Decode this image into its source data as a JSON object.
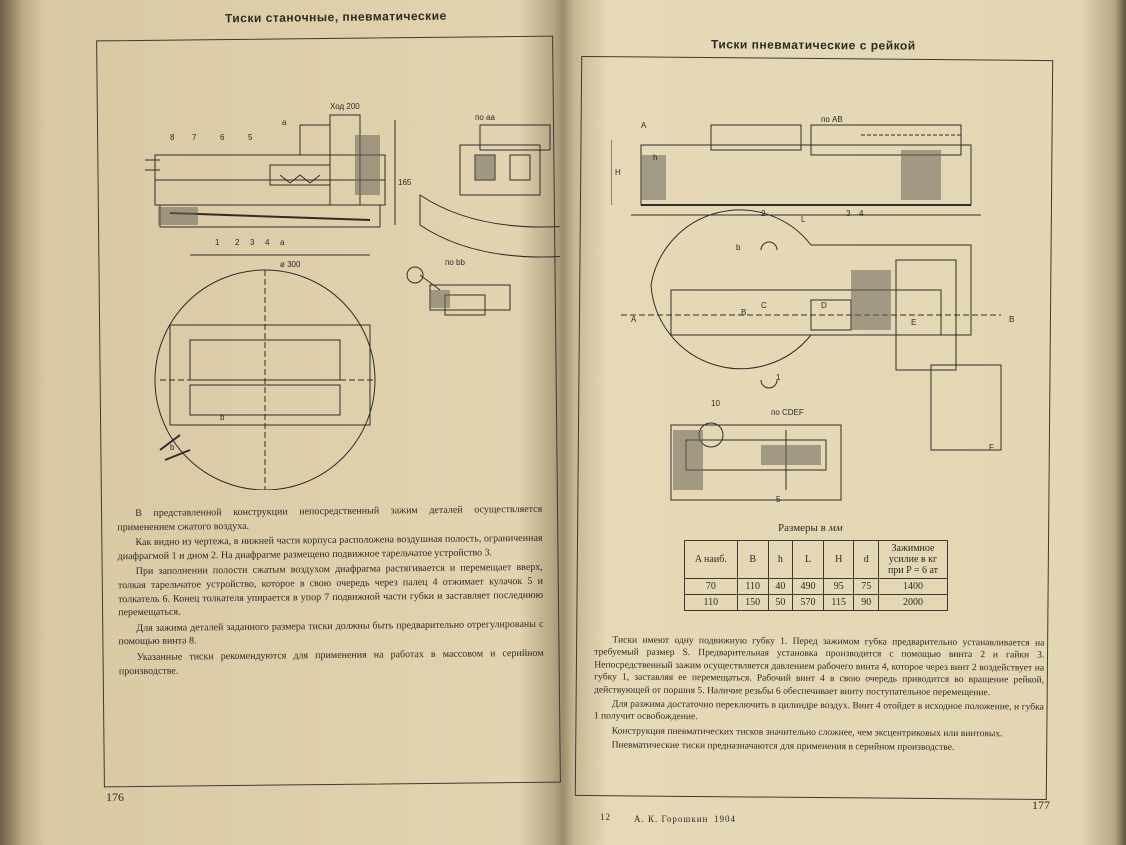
{
  "left_page": {
    "running_head": "Тиски станочные, пневматические",
    "page_number": "176",
    "figure_labels": {
      "section_aa": "по аа",
      "section_bb": "по bb",
      "stroke": "Ход 200",
      "height": "165",
      "diameter": "ø 300",
      "parts": [
        "8",
        "7",
        "6",
        "5",
        "a",
        "1",
        "2",
        "3",
        "4",
        "a",
        "b",
        "b"
      ]
    },
    "paragraphs": [
      "В представленной конструкции непосредственный зажим деталей осуществляется применением сжатого воздуха.",
      "Как видно из чертежа, в нижней части корпуса расположена воздушная полость, ограниченная диафрагмой 1 и дном 2. На диафрагме размещено подвижное тарельчатое устройство 3.",
      "При заполнении полости сжатым воздухом диафрагма растягивается и перемещает вверх, толкая тарельчатое устройство, которое в свою очередь через палец 4 отжимает кулачок 5 и толкатель 6. Конец толкателя упирается в упор 7 подвижной части губки и заставляет последнюю перемещаться.",
      "Для зажима деталей заданного размера тиски должны быть предварительно отрегулированы с помощью винта 8.",
      "Указанные тиски рекомендуются для применения на работах в массовом и серийном производстве."
    ]
  },
  "right_page": {
    "running_head": "Тиски пневматические с рейкой",
    "page_number": "177",
    "figure_labels": {
      "section_ab": "по АВ",
      "section_cdef": "по CDEF",
      "letters": [
        "A",
        "A",
        "H",
        "h",
        "B",
        "B",
        "C",
        "D",
        "E",
        "F",
        "L",
        "b",
        "2",
        "3",
        "1",
        "10",
        "5",
        "4"
      ]
    },
    "table_caption_prefix": "Размеры в",
    "table_caption_unit": "мм",
    "table": {
      "headers": [
        "A наиб.",
        "B",
        "h",
        "L",
        "H",
        "d",
        "Зажимное усилие в кг при P = 6 ат"
      ],
      "rows": [
        [
          "70",
          "110",
          "40",
          "490",
          "95",
          "75",
          "1400"
        ],
        [
          "110",
          "150",
          "50",
          "570",
          "115",
          "90",
          "2000"
        ]
      ]
    },
    "paragraphs": [
      "Тиски имеют одну подвижную губку 1. Перед зажимом губка предварительно устанавливается на требуемый размер S. Предварительная установка производится с помощью винта 2 и гайки 3. Непосредственный зажим осуществляется давлением рабочего винта 4, которое через винт 2 воздействует на губку 1, заставляя ее перемещаться. Рабочий винт 4 в свою очередь приводится во вращение рейкой, действующей от поршня 5. Наличие резьбы 6 обеспечивает винту поступательное перемещение.",
      "Для разжима достаточно переключить в цилиндре воздух. Винт 4 отойдет в исходное положение, и губка 1 получит освобождение.",
      "Конструкция пневматических тисков значительно сложнее, чем эксцентриковых или винтовых.",
      "Пневматические тиски предназначаются для применения в серийном производстве."
    ],
    "footer": {
      "number": "12",
      "author": "А. К. Горошкин",
      "year": "1904"
    }
  }
}
